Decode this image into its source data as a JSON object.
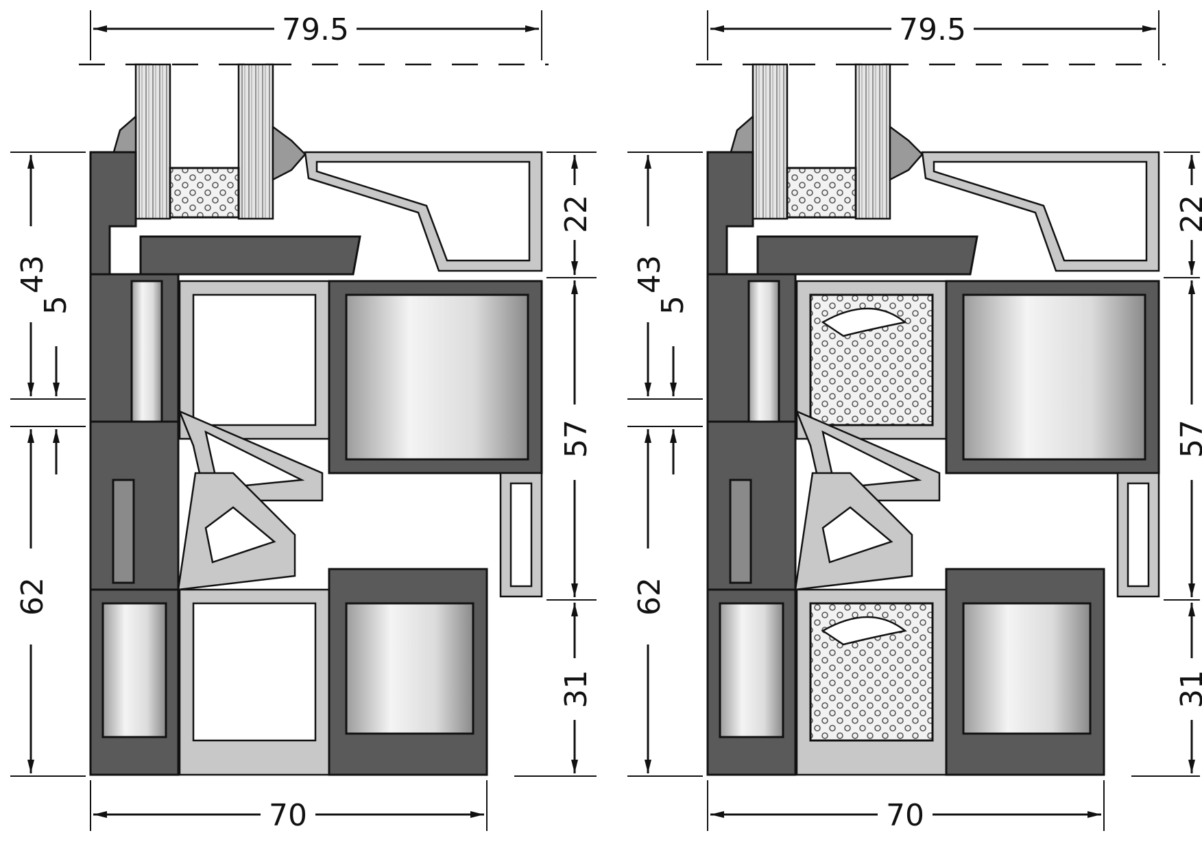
{
  "drawings": [
    {
      "id": "left",
      "dimensions": {
        "top_width": "79.5",
        "bottom_width": "70",
        "left_upper": "43",
        "left_gap": "5",
        "left_lower": "62",
        "right_upper": "22",
        "right_middle": "57",
        "right_lower": "31"
      },
      "thermal_insulation": false
    },
    {
      "id": "right",
      "dimensions": {
        "top_width": "79.5",
        "bottom_width": "70",
        "left_upper": "43",
        "left_gap": "5",
        "left_lower": "62",
        "right_upper": "22",
        "right_middle": "57",
        "right_lower": "31"
      },
      "thermal_insulation": true
    }
  ],
  "colors": {
    "line": "#111111",
    "aluminium_dark": "#5a5a5a",
    "aluminium_mid": "#8a8a8a",
    "thermal_break": "#c8c8c8",
    "background": "#ffffff"
  }
}
